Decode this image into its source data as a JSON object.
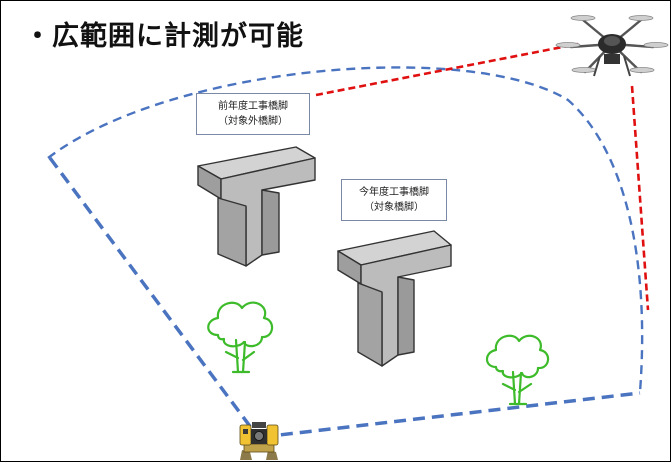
{
  "heading": "・広範囲に計測が可能",
  "labels": {
    "previous_pier": {
      "line1": "前年度工事橋脚",
      "line2": "（対象外橋脚）"
    },
    "current_pier": {
      "line1": "今年度工事橋脚",
      "line2": "（対象橋脚）"
    }
  },
  "colors": {
    "boundary": "#4a73c0",
    "drone_range": "#e01010",
    "tree": "#3dbb2a",
    "pier_fill": "#b9b9b9",
    "pier_stroke": "#333333",
    "frame": "#000000"
  },
  "icons": [
    "drone-icon",
    "total-station-icon",
    "tree-icon"
  ]
}
